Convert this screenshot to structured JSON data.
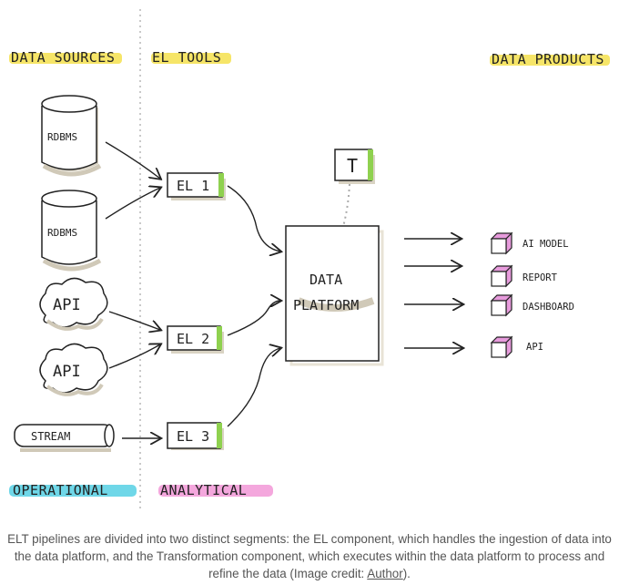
{
  "headers": {
    "data_sources": "DATA SOURCES",
    "el_tools": "EL TOOLS",
    "data_products": "DATA PRODUCTS",
    "operational": "OPERATIONAL",
    "analytical": "ANALYTICAL"
  },
  "sources": {
    "rdbms_1": "RDBMS",
    "rdbms_2": "RDBMS",
    "api_1": "API",
    "api_2": "API",
    "stream": "STREAM"
  },
  "el": {
    "el1": "EL 1",
    "el2": "EL 2",
    "el3": "EL 3"
  },
  "platform": {
    "line1": "DATA",
    "line2": "PLATFORM"
  },
  "transform": "T",
  "products": {
    "ai_model": "AI MODEL",
    "report": "REPORT",
    "dashboard": "DASHBOARD",
    "api": "API"
  },
  "caption": {
    "text": "ELT pipelines are divided into two distinct segments: the EL component, which handles the ingestion of data into the data platform, and the Transformation component, which executes within the data platform to process and refine the data (Image credit: ",
    "link": "Author",
    "tail": ")."
  },
  "colors": {
    "yellow_highlight": "#f4e04d",
    "cyan_highlight": "#5fd3e6",
    "pink_highlight": "#f08ad2",
    "green_accent": "#8fd14f",
    "cube_pink": "#e79bdc",
    "shadow": "#d9d3c3"
  }
}
